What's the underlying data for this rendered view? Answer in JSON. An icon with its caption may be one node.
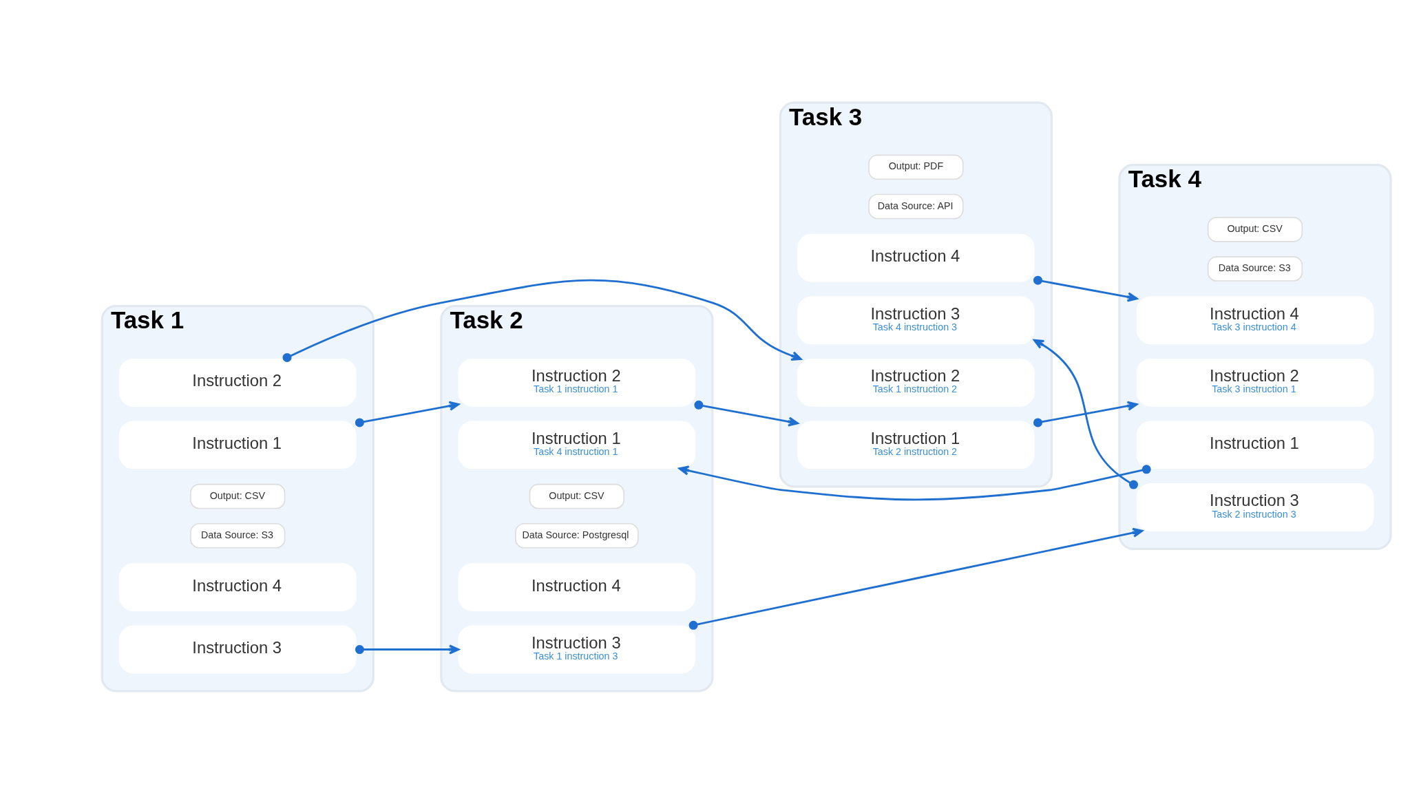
{
  "diagram": {
    "nodes": [
      {
        "text": [
          "Task 1"
        ]
      },
      {
        "text": [
          "Instruction 1"
        ],
        "in": 0
      },
      {
        "text": [
          "Instruction 2"
        ],
        "in": 0
      },
      {
        "text": [
          "Instruction 3"
        ],
        "in": 0
      },
      {
        "text": [
          "Instruction 4"
        ],
        "in": 0
      },
      {
        "text": [
          "Data Source: S3"
        ],
        "in": 0
      },
      {
        "text": [
          "Output: CSV"
        ],
        "in": 0
      },
      {
        "text": [
          "Task 2"
        ]
      },
      {
        "text": [
          "Instruction 1",
          "Task 4 instruction 1"
        ],
        "in": 7
      },
      {
        "text": [
          "Instruction 2",
          "Task 1 instruction 1"
        ],
        "in": 7
      },
      {
        "text": [
          "Instruction 3",
          "Task 1 instruction 3"
        ],
        "in": 7
      },
      {
        "text": [
          "Instruction 4"
        ],
        "in": 7
      },
      {
        "text": [
          "Data Source: Postgresql"
        ],
        "in": 7
      },
      {
        "text": [
          "Output: CSV"
        ],
        "in": 7
      },
      {
        "text": [
          "Task 3"
        ]
      },
      {
        "text": [
          "Instruction 1",
          "Task 2 instruction 2"
        ],
        "in": 14
      },
      {
        "text": [
          "Instruction 2",
          "Task 1 instruction 2"
        ],
        "in": 14
      },
      {
        "text": [
          "Instruction 3",
          "Task 4 instruction 3"
        ],
        "in": 14
      },
      {
        "text": [
          "Instruction 4"
        ],
        "in": 14
      },
      {
        "text": [
          "Data Source: API"
        ],
        "in": 14
      },
      {
        "text": [
          "Output: PDF"
        ],
        "in": 14
      },
      {
        "text": [
          "Task 4"
        ]
      },
      {
        "text": [
          "Instruction 1"
        ],
        "in": 21
      },
      {
        "text": [
          "Instruction 2",
          "Task 3 instruction 1"
        ],
        "in": 21
      },
      {
        "text": [
          "Instruction 3",
          "Task 2 instruction 3"
        ],
        "in": 21
      },
      {
        "text": [
          "Instruction 4",
          "Task 3 instruction 4"
        ],
        "in": 21
      },
      {
        "text": [
          "Data Source: S3"
        ],
        "in": 21
      },
      {
        "text": [
          "Output: CSV"
        ],
        "in": 21
      }
    ],
    "edges": [
      {
        "from": 1,
        "to": 9,
        "arrow": "to"
      },
      {
        "from": 2,
        "to": 16,
        "arrow": "to"
      },
      {
        "from": 3,
        "to": 10,
        "arrow": "to"
      },
      {
        "from": 9,
        "to": 15,
        "arrow": "to"
      },
      {
        "from": 10,
        "to": 24,
        "arrow": "to"
      },
      {
        "from": 22,
        "to": 8,
        "arrow": "to"
      },
      {
        "from": 15,
        "to": 23,
        "arrow": "to"
      },
      {
        "from": 24,
        "to": 17,
        "arrow": "to"
      },
      {
        "from": 18,
        "to": 25,
        "arrow": "to"
      }
    ]
  }
}
